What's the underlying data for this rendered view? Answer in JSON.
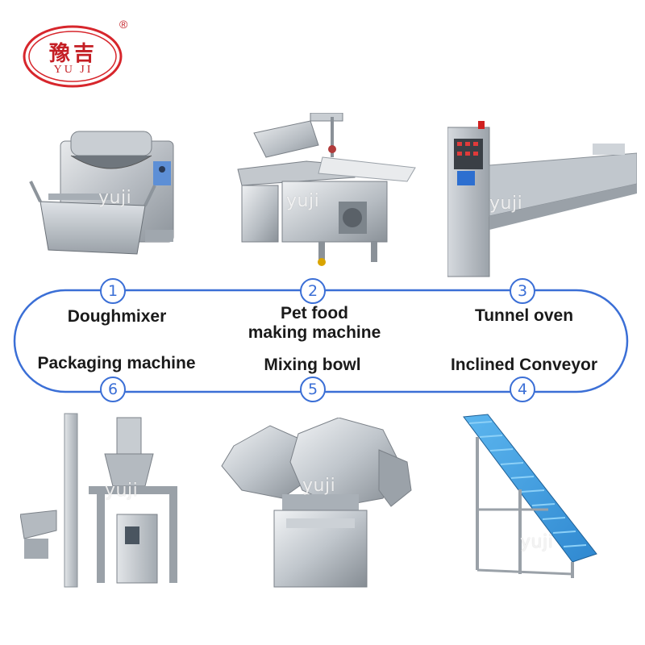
{
  "logo": {
    "chinese": "豫吉",
    "latin": "YU JI",
    "registered": "®",
    "border_color": "#d7262c"
  },
  "watermark": "yuji",
  "accent_color": "#3b6fd6",
  "steps": [
    {
      "number": "1",
      "label": "Doughmixer",
      "icon": "dough-mixer-image"
    },
    {
      "number": "2",
      "label_line1": "Pet food",
      "label_line2": "making machine",
      "icon": "pet-food-machine-image"
    },
    {
      "number": "3",
      "label": "Tunnel oven",
      "icon": "tunnel-oven-image"
    },
    {
      "number": "4",
      "label": "Inclined Conveyor",
      "icon": "inclined-conveyor-image"
    },
    {
      "number": "5",
      "label": "Mixing bowl",
      "icon": "mixing-bowl-image"
    },
    {
      "number": "6",
      "label": "Packaging machine",
      "icon": "packaging-machine-image"
    }
  ]
}
